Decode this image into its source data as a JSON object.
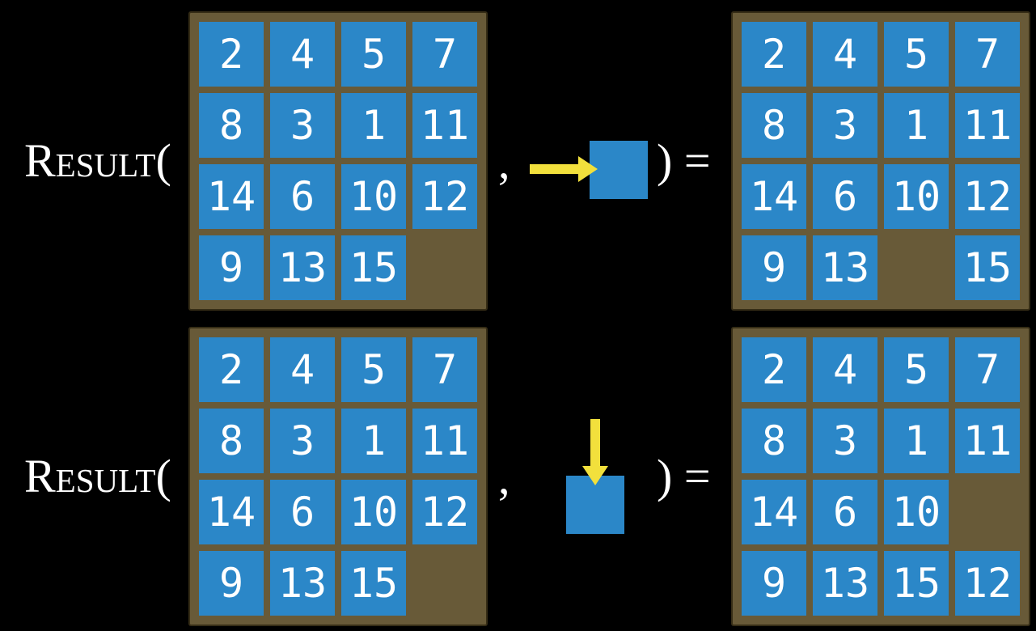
{
  "colors": {
    "background": "#000000",
    "frame": "#685a38",
    "frame-border": "#362d16",
    "tile": "#2b87c8",
    "arrow": "#f2e03c",
    "text": "#ffffff"
  },
  "examples": [
    {
      "function_label": "Result(",
      "comma": ",",
      "close_label": ") =",
      "action": {
        "icon": "right-arrow-icon",
        "direction": "right"
      },
      "input_board": [
        [
          "2",
          "4",
          "5",
          "7"
        ],
        [
          "8",
          "3",
          "1",
          "11"
        ],
        [
          "14",
          "6",
          "10",
          "12"
        ],
        [
          "9",
          "13",
          "15",
          ""
        ]
      ],
      "output_board": [
        [
          "2",
          "4",
          "5",
          "7"
        ],
        [
          "8",
          "3",
          "1",
          "11"
        ],
        [
          "14",
          "6",
          "10",
          "12"
        ],
        [
          "9",
          "13",
          "",
          "15"
        ]
      ]
    },
    {
      "function_label": "Result(",
      "comma": ",",
      "close_label": ") =",
      "action": {
        "icon": "down-arrow-icon",
        "direction": "down"
      },
      "input_board": [
        [
          "2",
          "4",
          "5",
          "7"
        ],
        [
          "8",
          "3",
          "1",
          "11"
        ],
        [
          "14",
          "6",
          "10",
          "12"
        ],
        [
          "9",
          "13",
          "15",
          ""
        ]
      ],
      "output_board": [
        [
          "2",
          "4",
          "5",
          "7"
        ],
        [
          "8",
          "3",
          "1",
          "11"
        ],
        [
          "14",
          "6",
          "10",
          ""
        ],
        [
          "9",
          "13",
          "15",
          "12"
        ]
      ]
    }
  ]
}
